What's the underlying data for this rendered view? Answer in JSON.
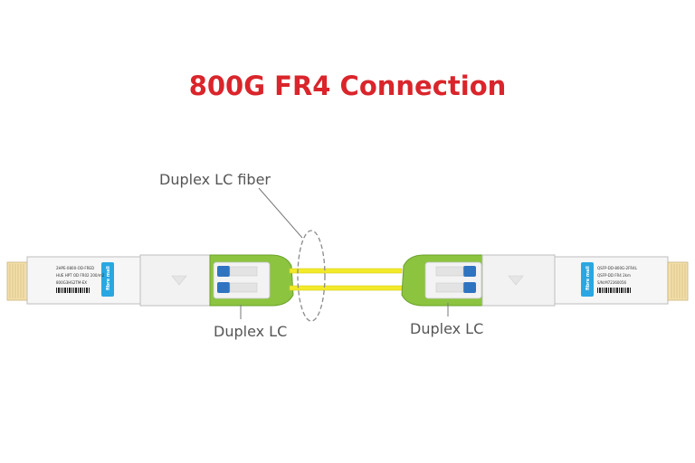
{
  "title": "800G FR4 Connection",
  "labels": {
    "fiber": "Duplex LC fiber",
    "connector_left": "Duplex LC",
    "connector_right": "Duplex LC"
  },
  "modules": {
    "left": {
      "part_number": "2HPE-0800-OD-FRED",
      "desc": "HUE HPT OD FR02 200/m2",
      "serial": "800G3HS2TM-EX",
      "brand": "fibre mall"
    },
    "right": {
      "part_number": "QSFP-DD-800G-2FR4L",
      "desc": "QSFP-DD FR4 2km",
      "serial": "S/N:M72360056",
      "brand": "fibre mall"
    }
  },
  "colors": {
    "title": "#d9252b",
    "fiber": "#f2ea2a",
    "boot": "#8cc43f",
    "lc_connector": "#2f74c0",
    "label_tag": "#2aa7e1",
    "module_body": "#f4f4f4",
    "heatsink": "#f3dfa8"
  }
}
